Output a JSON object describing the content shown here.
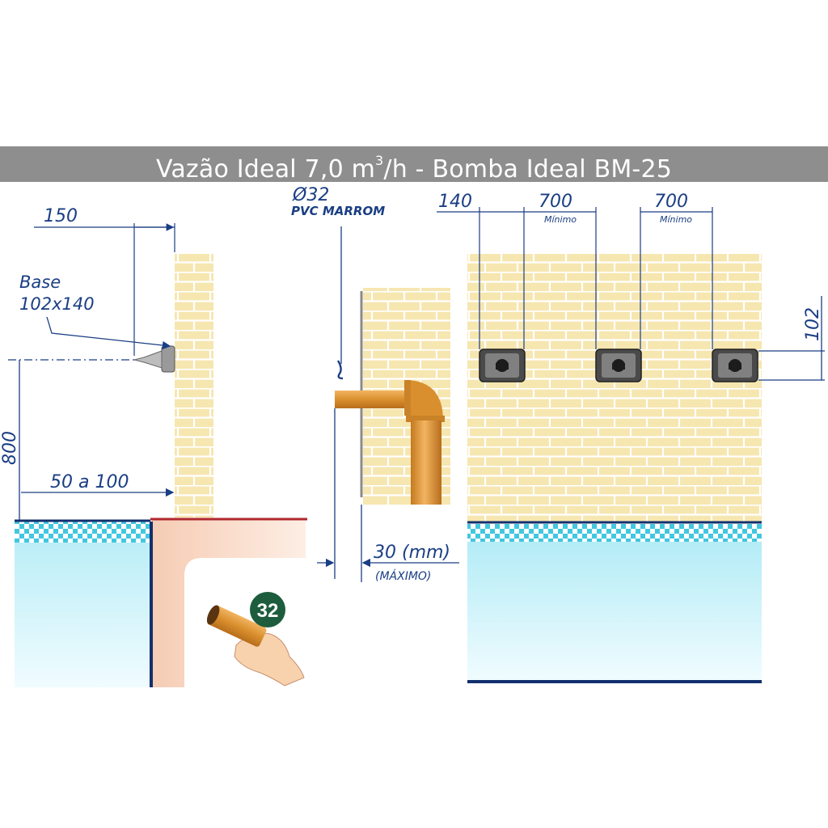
{
  "title": {
    "prefix": "Vazão Ideal 7,0 m",
    "superscript": "3",
    "suffix": "/h  - Bomba Ideal BM-25"
  },
  "side_view": {
    "dim_150": "150",
    "base_label_line1": "Base",
    "base_label_line2": "102x140",
    "dim_800": "800",
    "dim_50_100": "50 a 100"
  },
  "pipe_view": {
    "diameter": "Ø32",
    "material": "PVC MARROM",
    "gap": "30 (mm)",
    "gap_note": "(MÁXIMO)",
    "badge": "32"
  },
  "front_view": {
    "dim_140": "140",
    "dim_700_a": "700",
    "minimo_a": "Mínimo",
    "dim_700_b": "700",
    "minimo_b": "Mínimo",
    "dim_102": "102"
  },
  "colors": {
    "dimension": "#1a3e84",
    "brick_fill": "#f6e6b0",
    "brick_mortar": "#ffffff",
    "pvc_brown": "#d98f2e",
    "water": "#bff0f8",
    "pool_edge": "#13306e",
    "badge": "#1d5d3d"
  }
}
